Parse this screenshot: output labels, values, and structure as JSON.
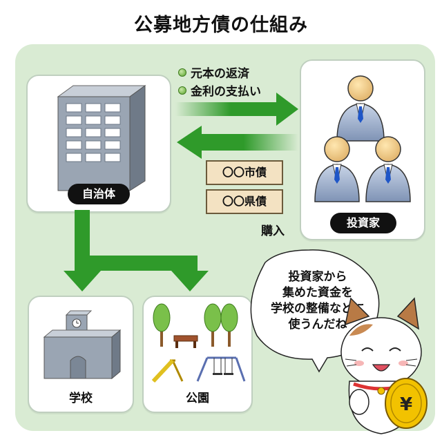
{
  "title": "公募地方債の仕組み",
  "municipality": {
    "label": "自治体"
  },
  "investors": {
    "label": "投資家"
  },
  "flows": {
    "to_investors": [
      "元本の返済",
      "金利の支払い"
    ],
    "purchase_label": "購入"
  },
  "bonds": [
    "〇〇市債",
    "〇〇県債"
  ],
  "uses": [
    {
      "label": "学校"
    },
    {
      "label": "公園"
    }
  ],
  "speech_bubble": {
    "lines": [
      "投資家から",
      "集めた資金を",
      "学校の整備などに",
      "使うんだね"
    ]
  },
  "colors": {
    "background_panel": "#d9ebd3",
    "arrow_green": "#2f9a2a",
    "building_gray": "#8f9aa8",
    "bond_paper": "#f3e2c2"
  },
  "icons": [
    "office-building-icon",
    "investor-person-icon",
    "school-building-icon",
    "park-trees-icon",
    "lucky-cat-icon",
    "yen-coin-icon"
  ]
}
